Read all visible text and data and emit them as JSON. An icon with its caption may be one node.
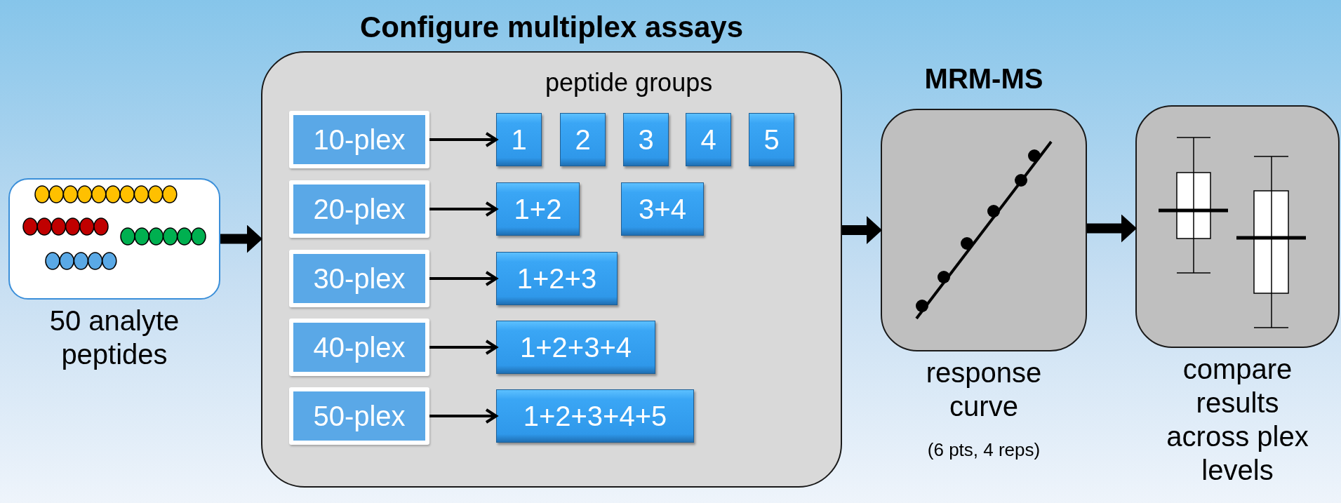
{
  "diagram": {
    "nodes": [
      {
        "text": [
          "50 analyte peptides"
        ]
      },
      {
        "text": [
          "Configure multiplex assays",
          "peptide groups"
        ]
      },
      {
        "text": [
          "10-plex"
        ],
        "in": 1
      },
      {
        "text": [
          "1"
        ],
        "in": 1
      },
      {
        "text": [
          "2"
        ],
        "in": 1
      },
      {
        "text": [
          "3"
        ],
        "in": 1
      },
      {
        "text": [
          "4"
        ],
        "in": 1
      },
      {
        "text": [
          "5"
        ],
        "in": 1
      },
      {
        "text": [
          "20-plex"
        ],
        "in": 1
      },
      {
        "text": [
          "1+2"
        ],
        "in": 1
      },
      {
        "text": [
          "3+4"
        ],
        "in": 1
      },
      {
        "text": [
          "30-plex"
        ],
        "in": 1
      },
      {
        "text": [
          "1+2+3"
        ],
        "in": 1
      },
      {
        "text": [
          "40-plex"
        ],
        "in": 1
      },
      {
        "text": [
          "1+2+3+4"
        ],
        "in": 1
      },
      {
        "text": [
          "50-plex"
        ],
        "in": 1
      },
      {
        "text": [
          "1+2+3+4+5"
        ],
        "in": 1
      },
      {
        "text": [
          "MRM-MS",
          "response curve"
        ]
      },
      {
        "text": [
          "compare results across plex levels"
        ]
      }
    ],
    "edges": [
      {
        "from": 0,
        "to": 1,
        "arrow": "to",
        "style": "thick"
      },
      {
        "from": 2,
        "to": 3,
        "arrow": "to"
      },
      {
        "from": 8,
        "to": 9,
        "arrow": "to"
      },
      {
        "from": 11,
        "to": 12,
        "arrow": "to"
      },
      {
        "from": 13,
        "to": 14,
        "arrow": "to"
      },
      {
        "from": 15,
        "to": 16,
        "arrow": "to"
      },
      {
        "from": 1,
        "to": 17,
        "arrow": "to",
        "style": "thick"
      },
      {
        "from": 17,
        "to": 18,
        "arrow": "to",
        "style": "thick"
      }
    ],
    "labels": [
      "(6 pts, 4 reps)"
    ]
  }
}
